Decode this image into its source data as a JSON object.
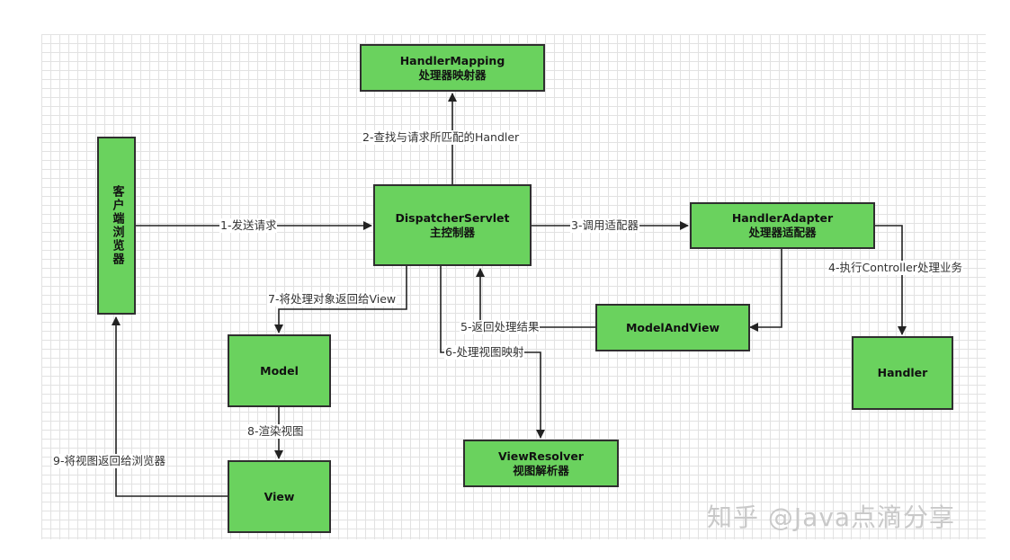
{
  "nodes": {
    "handler_mapping": {
      "name": "HandlerMapping",
      "sub": "处理器映射器"
    },
    "dispatcher": {
      "name": "DispatcherServlet",
      "sub": "主控制器"
    },
    "handler_adapter": {
      "name": "HandlerAdapter",
      "sub": "处理器适配器"
    },
    "browser": {
      "name": "客户端浏览器"
    },
    "model_and_view": {
      "name": "ModelAndView"
    },
    "handler": {
      "name": "Handler"
    },
    "model": {
      "name": "Model"
    },
    "view": {
      "name": "View"
    },
    "view_resolver": {
      "name": "ViewResolver",
      "sub": "视图解析器"
    }
  },
  "edges": {
    "e1": "1-发送请求",
    "e2": "2-查找与请求所匹配的Handler",
    "e3": "3-调用适配器",
    "e4": "4-执行Controller处理业务",
    "e5": "5-返回处理结果",
    "e6": "6-处理视图映射",
    "e7": "7-将处理对象返回给View",
    "e8": "8-渲染视图",
    "e9": "9-将视图返回给浏览器"
  },
  "watermark": "知乎 @Java点滴分享"
}
